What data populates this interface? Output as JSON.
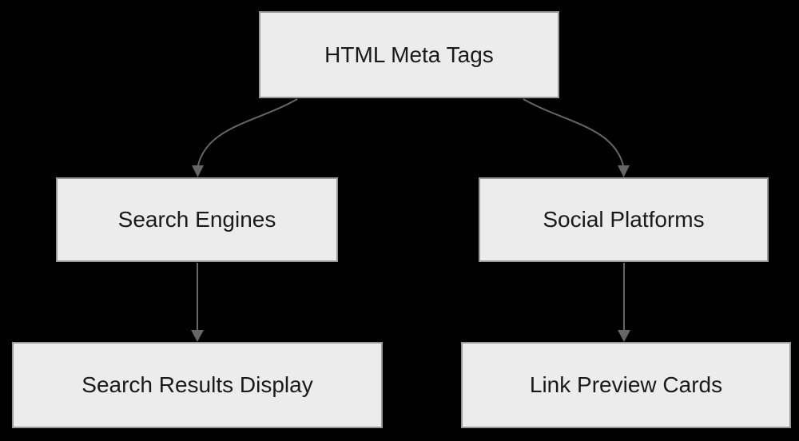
{
  "diagram": {
    "type": "flowchart",
    "direction": "top-down",
    "colors": {
      "background": "#000000",
      "node_fill": "#ececec",
      "node_border": "#999999",
      "node_text": "#1a1a1a",
      "arrow": "#666666"
    },
    "nodes": [
      {
        "id": "html-meta-tags",
        "label": "HTML Meta Tags"
      },
      {
        "id": "search-engines",
        "label": "Search Engines"
      },
      {
        "id": "social-platforms",
        "label": "Social Platforms"
      },
      {
        "id": "search-results-display",
        "label": "Search Results Display"
      },
      {
        "id": "link-preview-cards",
        "label": "Link Preview Cards"
      }
    ],
    "edges": [
      {
        "from": "html-meta-tags",
        "to": "search-engines"
      },
      {
        "from": "html-meta-tags",
        "to": "social-platforms"
      },
      {
        "from": "search-engines",
        "to": "search-results-display"
      },
      {
        "from": "social-platforms",
        "to": "link-preview-cards"
      }
    ]
  }
}
